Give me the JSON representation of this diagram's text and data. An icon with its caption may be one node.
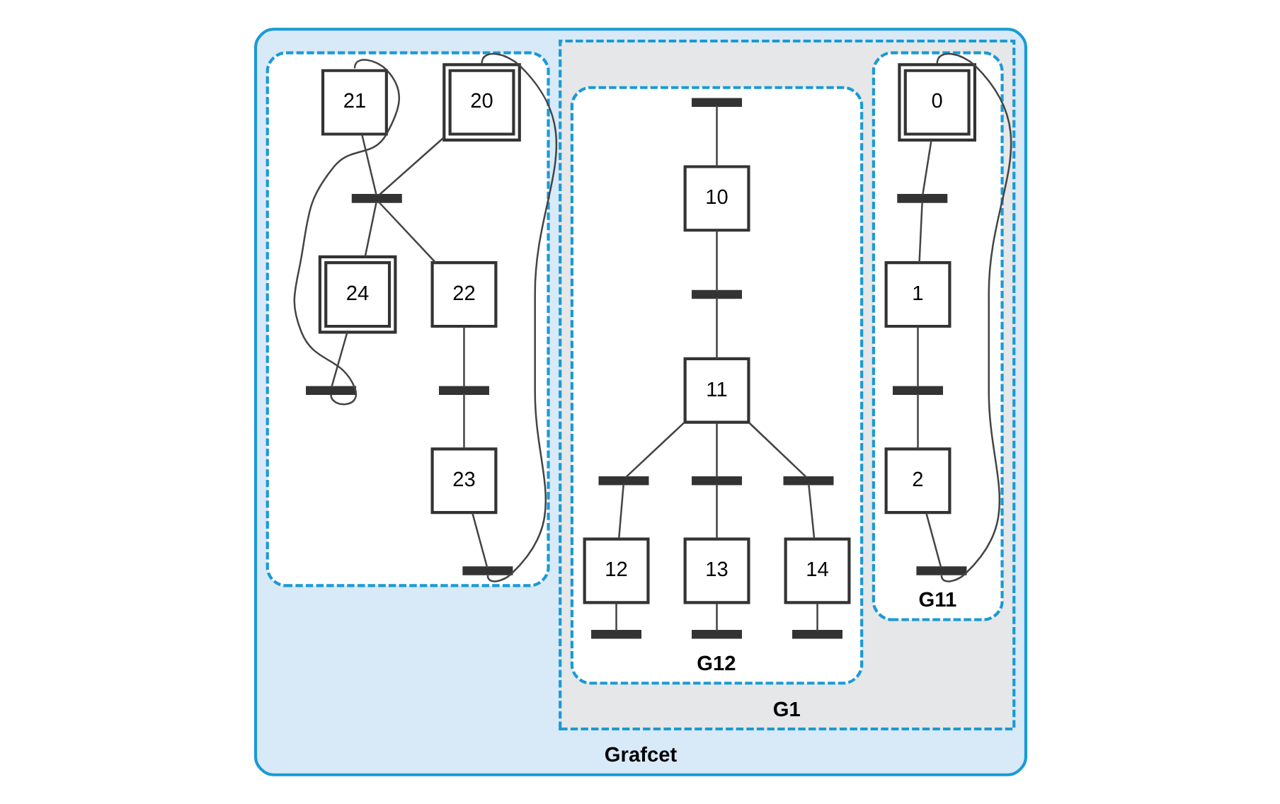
{
  "diagram": {
    "nodes": [
      {
        "text": [
          "Grafcet"
        ]
      },
      {
        "text": [
          "G1"
        ],
        "in": 0
      },
      {
        "text": [
          "G11"
        ],
        "in": 1
      },
      {
        "text": [
          "0"
        ],
        "in": 2
      },
      {
        "text": [],
        "shape": "bar",
        "in": 2
      },
      {
        "text": [
          "1"
        ],
        "in": 2
      },
      {
        "text": [],
        "shape": "bar",
        "in": 2
      },
      {
        "text": [
          "2"
        ],
        "in": 2
      },
      {
        "text": [],
        "shape": "bar",
        "in": 2
      },
      {
        "text": [
          "G12"
        ],
        "in": 1
      },
      {
        "text": [],
        "shape": "bar",
        "in": 9
      },
      {
        "text": [
          "10"
        ],
        "in": 9
      },
      {
        "text": [],
        "shape": "bar",
        "in": 9
      },
      {
        "text": [
          "11"
        ],
        "in": 9
      },
      {
        "text": [],
        "shape": "bar",
        "in": 9
      },
      {
        "text": [],
        "shape": "bar",
        "in": 9
      },
      {
        "text": [],
        "shape": "bar",
        "in": 9
      },
      {
        "text": [
          "12"
        ],
        "in": 9
      },
      {
        "text": [
          "13"
        ],
        "in": 9
      },
      {
        "text": [
          "14"
        ],
        "in": 9
      },
      {
        "text": [],
        "shape": "bar",
        "in": 9
      },
      {
        "text": [],
        "shape": "bar",
        "in": 9
      },
      {
        "text": [],
        "shape": "bar",
        "in": 9
      },
      {
        "text": [],
        "shape": "box",
        "in": 0
      },
      {
        "text": [
          "20"
        ],
        "in": 23
      },
      {
        "text": [
          "21"
        ],
        "in": 23
      },
      {
        "text": [],
        "shape": "bar",
        "in": 23
      },
      {
        "text": [
          "22"
        ],
        "in": 23
      },
      {
        "text": [
          "24"
        ],
        "in": 23
      },
      {
        "text": [],
        "shape": "bar",
        "in": 23
      },
      {
        "text": [
          "23"
        ],
        "in": 23
      },
      {
        "text": [],
        "shape": "bar",
        "in": 23
      },
      {
        "text": [],
        "shape": "bar",
        "in": 23
      }
    ],
    "edges": [
      {
        "from": 3,
        "to": 4,
        "arrow": "none"
      },
      {
        "from": 4,
        "to": 5,
        "arrow": "none"
      },
      {
        "from": 5,
        "to": 6,
        "arrow": "none"
      },
      {
        "from": 6,
        "to": 7,
        "arrow": "none"
      },
      {
        "from": 7,
        "to": 8,
        "arrow": "none"
      },
      {
        "from": 8,
        "to": 3,
        "arrow": "none"
      },
      {
        "from": 10,
        "to": 11,
        "arrow": "none"
      },
      {
        "from": 11,
        "to": 12,
        "arrow": "none"
      },
      {
        "from": 12,
        "to": 13,
        "arrow": "none"
      },
      {
        "from": 13,
        "to": 14,
        "arrow": "none"
      },
      {
        "from": 13,
        "to": 15,
        "arrow": "none"
      },
      {
        "from": 13,
        "to": 16,
        "arrow": "none"
      },
      {
        "from": 14,
        "to": 17,
        "arrow": "none"
      },
      {
        "from": 15,
        "to": 18,
        "arrow": "none"
      },
      {
        "from": 16,
        "to": 19,
        "arrow": "none"
      },
      {
        "from": 17,
        "to": 20,
        "arrow": "none"
      },
      {
        "from": 18,
        "to": 21,
        "arrow": "none"
      },
      {
        "from": 19,
        "to": 22,
        "arrow": "none"
      },
      {
        "from": 24,
        "to": 26,
        "arrow": "none"
      },
      {
        "from": 25,
        "to": 26,
        "arrow": "none"
      },
      {
        "from": 26,
        "to": 27,
        "arrow": "none"
      },
      {
        "from": 26,
        "to": 28,
        "arrow": "none"
      },
      {
        "from": 27,
        "to": 29,
        "arrow": "none"
      },
      {
        "from": 29,
        "to": 30,
        "arrow": "none"
      },
      {
        "from": 30,
        "to": 32,
        "arrow": "none"
      },
      {
        "from": 32,
        "to": 24,
        "arrow": "none"
      },
      {
        "from": 28,
        "to": 31,
        "arrow": "none"
      },
      {
        "from": 31,
        "to": 25,
        "arrow": "none"
      }
    ]
  }
}
